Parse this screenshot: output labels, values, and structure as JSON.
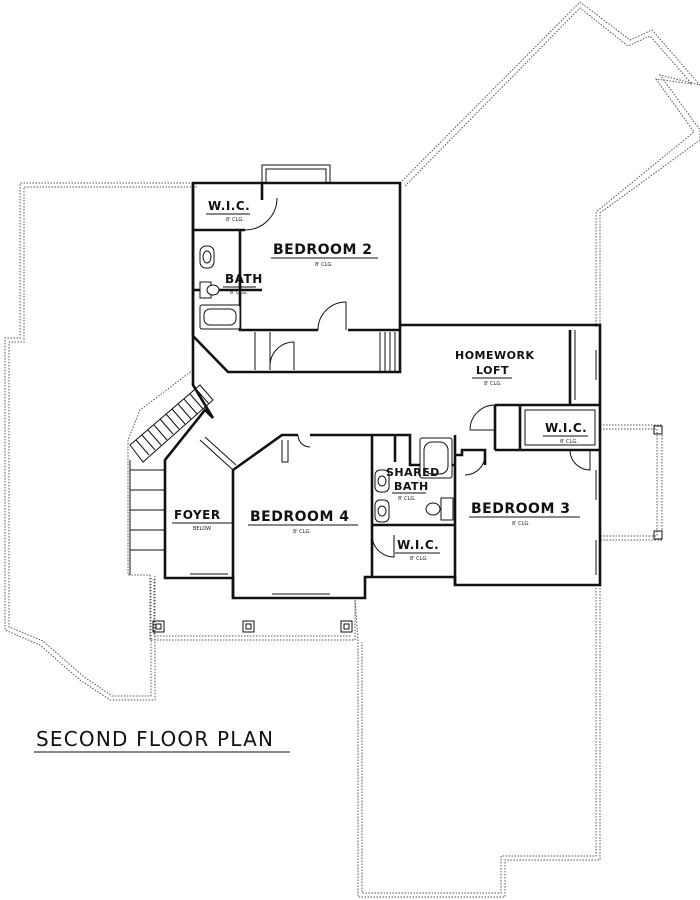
{
  "plan": {
    "title": "SECOND FLOOR PLAN",
    "rooms": {
      "wic_1": "W.I.C.",
      "wic_1_clg": "8' CLG.",
      "bedroom_2": "BEDROOM 2",
      "bedroom_2_clg": "8' CLG.",
      "bath": "BATH",
      "bath_clg": "8' CLG.",
      "homework": "HOMEWORK",
      "loft": "LOFT",
      "loft_clg": "8' CLG.",
      "wic_2": "W.I.C.",
      "wic_2_clg": "8' CLG.",
      "shared": "SHARED",
      "shared_bath": "BATH",
      "shared_clg": "8' CLG.",
      "bedroom_3": "BEDROOM 3",
      "bedroom_3_clg": "8' CLG.",
      "foyer": "FOYER",
      "foyer_note": "BELOW",
      "bedroom_4": "BEDROOM 4",
      "bedroom_4_clg": "8' CLG.",
      "wic_3": "W.I.C.",
      "wic_3_clg": "8' CLG."
    }
  }
}
